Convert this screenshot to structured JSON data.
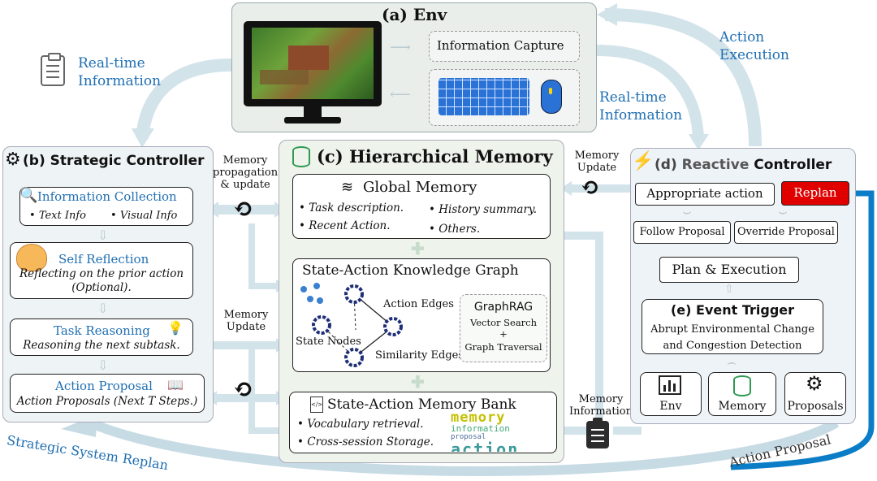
{
  "colors": {
    "panel_fill": "#eef3f5",
    "env_fill": "#e9eeeb",
    "memory_fill": "#eef3ec",
    "reactive_fill": "#eef3f7",
    "arrow_light": "#d9e7ee",
    "accent_blue": "#1f6fb2",
    "replan_red": "#e00000",
    "thick_blue": "#0b7dc7",
    "green_icon": "#2e9a52",
    "node_navy": "#1f2f77",
    "keyboard_blue": "#2a72d6"
  },
  "env": {
    "title": "(a) Env",
    "info_capture": "Information Capture"
  },
  "left_label": {
    "line1": "Real-time",
    "line2": "Information",
    "icon": "clipboard-icon"
  },
  "top_right_label": {
    "line1": "Action",
    "line2": "Execution"
  },
  "mid_right_label": {
    "line1": "Real-time",
    "line2": "Information"
  },
  "strategic": {
    "title": "(b) Strategic Controller",
    "icon": "gear-icon",
    "info_collection": {
      "title": "Information Collection",
      "a": "Text Info",
      "b": "Visual Info",
      "icon": "magnifier-icon"
    },
    "self_reflection": {
      "title": "Self Reflection",
      "line1": "Reflecting on the prior action",
      "line2": "(Optional).",
      "icon": "cat-avatar-icon"
    },
    "task_reasoning": {
      "title": "Task Reasoning",
      "line1": "Reasoning the next subtask.",
      "icon": "lightbulb-icon"
    },
    "action_proposal": {
      "title": "Action Proposal",
      "line1": "Action Proposals (Next T Steps.)",
      "icon": "book-icon"
    }
  },
  "mem_prop_label": {
    "line1": "Memory",
    "line2": "propagation",
    "line3": "& update"
  },
  "mem_update_left": {
    "line1": "Memory",
    "line2": "Update"
  },
  "memory": {
    "title": "(c) Hierarchical Memory",
    "icon": "database-icon",
    "global": {
      "title": "Global Memory",
      "icon": "layers-icon",
      "items": [
        "Task description.",
        "History summary.",
        "Recent Action.",
        "Others."
      ]
    },
    "kg": {
      "title": "State-Action Knowledge Graph",
      "state_nodes": "State Nodes",
      "action_edges": "Action Edges",
      "similarity_edges": "Similarity  Edges",
      "graphrag_title": "GraphRAG",
      "graphrag_l1": "Vector Search",
      "graphrag_l2": "+",
      "graphrag_l3": "Graph Traversal"
    },
    "bank": {
      "title": "State-Action Memory Bank",
      "icon": "code-file-icon",
      "items": [
        "Vocabulary retrieval.",
        "Cross-session Storage."
      ],
      "cloud_words": [
        "memory",
        "information",
        "proposal",
        "action"
      ]
    }
  },
  "mem_update_right": {
    "line1": "Memory",
    "line2": "Update"
  },
  "mem_info": {
    "line1": "Memory",
    "line2": "Information"
  },
  "reactive": {
    "title_d": "(d) ",
    "title_a": "Reactive",
    "title_b": " Controller",
    "icon": "lightning-icon",
    "appropriate": "Appropriate action",
    "replan": "Replan",
    "follow": "Follow  Proposal",
    "override": "Override Proposal",
    "plan_exec": "Plan & Execution",
    "event_title": "(e) Event Trigger",
    "event_l1": "Abrupt Environmental  Change",
    "event_l2": "and Congestion Detection",
    "env": "Env",
    "memory": "Memory",
    "proposals": "Proposals"
  },
  "bottom": {
    "strategic_replan": "Strategic System Replan",
    "action_proposal": "Action Proposal"
  }
}
